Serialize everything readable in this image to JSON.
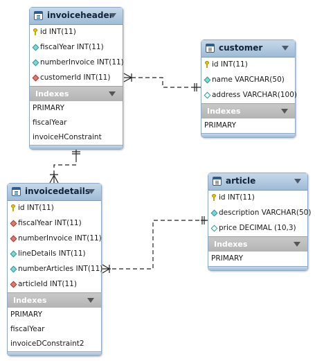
{
  "tables": {
    "invoiceheader": {
      "title": "invoiceheader",
      "columns": [
        {
          "label": "id INT(11)",
          "icon": "primary-key-icon"
        },
        {
          "label": "fiscalYear INT(11)",
          "icon": "not-null-column-icon"
        },
        {
          "label": "numberInvoice INT(11)",
          "icon": "not-null-column-icon"
        },
        {
          "label": "customerId INT(11)",
          "icon": "foreign-key-icon"
        }
      ],
      "indexes_title": "Indexes",
      "indexes": [
        "PRIMARY",
        "fiscalYear",
        "invoiceHConstraint"
      ]
    },
    "customer": {
      "title": "customer",
      "columns": [
        {
          "label": "id INT(11)",
          "icon": "primary-key-icon"
        },
        {
          "label": "name VARCHAR(50)",
          "icon": "not-null-column-icon"
        },
        {
          "label": "address VARCHAR(100)",
          "icon": "nullable-column-icon"
        }
      ],
      "indexes_title": "Indexes",
      "indexes": [
        "PRIMARY"
      ]
    },
    "invoicedetails": {
      "title": "invoicedetails",
      "columns": [
        {
          "label": "id INT(11)",
          "icon": "primary-key-icon"
        },
        {
          "label": "fiscalYear INT(11)",
          "icon": "foreign-key-icon"
        },
        {
          "label": "numberInvoice INT(11)",
          "icon": "foreign-key-icon"
        },
        {
          "label": "lineDetails INT(11)",
          "icon": "not-null-column-icon"
        },
        {
          "label": "numberArticles INT(11)",
          "icon": "not-null-column-icon"
        },
        {
          "label": "articleId INT(11)",
          "icon": "foreign-key-icon"
        }
      ],
      "indexes_title": "Indexes",
      "indexes": [
        "PRIMARY",
        "fiscalYear",
        "invoiceDConstraint2"
      ]
    },
    "article": {
      "title": "article",
      "columns": [
        {
          "label": "id INT(11)",
          "icon": "primary-key-icon"
        },
        {
          "label": "description VARCHAR(50)",
          "icon": "not-null-column-icon"
        },
        {
          "label": "price DECIMAL (10,3)",
          "icon": "nullable-column-icon"
        }
      ],
      "indexes_title": "Indexes",
      "indexes": [
        "PRIMARY"
      ]
    }
  }
}
